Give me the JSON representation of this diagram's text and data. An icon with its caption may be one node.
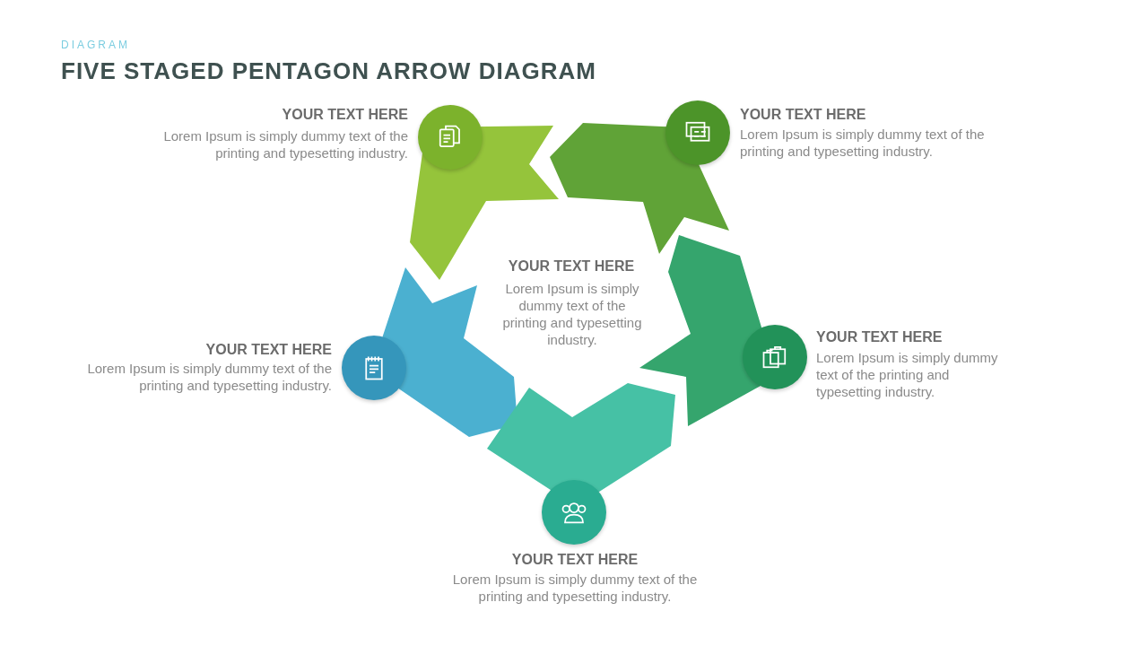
{
  "diagram": {
    "title": "FIVE STAGED PENTAGON ARROW DIAGRAM",
    "nodes": [
      {
        "text": [],
        "shape": "arrow",
        "beside": [
          "YOUR TEXT HERE",
          "Lorem Ipsum is simply dummy text of the printing and typesetting industry."
        ]
      },
      {
        "text": [],
        "shape": "arrow",
        "beside": [
          "YOUR TEXT HERE",
          "Lorem Ipsum is simply dummy text of the printing and typesetting industry."
        ]
      },
      {
        "text": [],
        "shape": "arrow",
        "beside": [
          "YOUR TEXT HERE",
          "Lorem Ipsum is simply dummy text of the printing and typesetting industry."
        ]
      },
      {
        "text": [],
        "shape": "arrow",
        "beside": [
          "YOUR TEXT HERE",
          "Lorem Ipsum is simply dummy text of the printing and typesetting industry."
        ]
      },
      {
        "text": [],
        "shape": "arrow",
        "beside": [
          "YOUR TEXT HERE",
          "Lorem Ipsum is simply dummy text of the printing and typesetting industry."
        ]
      }
    ],
    "labels": [
      "DIAGRAM",
      "YOUR TEXT HERE",
      "Lorem Ipsum is simply dummy text of the printing and typesetting industry."
    ]
  }
}
